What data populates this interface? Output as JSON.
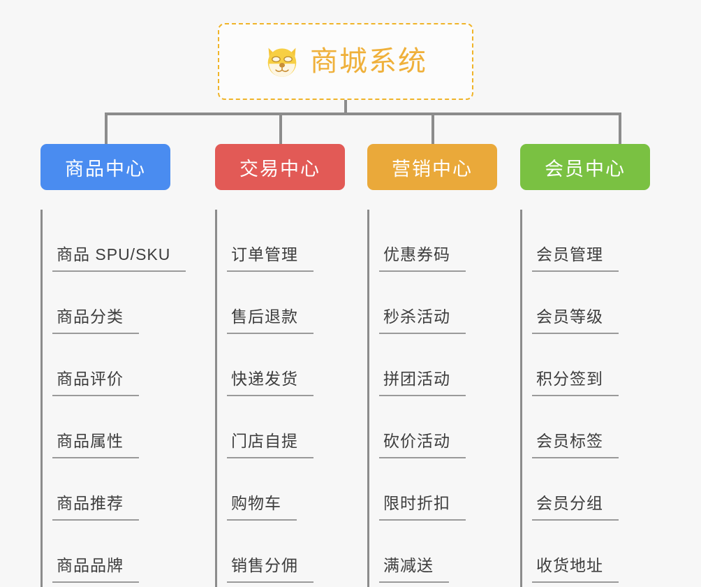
{
  "background_color": "#f7f7f7",
  "root": {
    "title": "商城系统",
    "icon": "dog-face-icon",
    "border_color": "#f0b429",
    "text_color": "#efb03a",
    "fill_color": "#fcfcfc"
  },
  "connector_color": "#8c8c8c",
  "categories": [
    {
      "label": "商品中心",
      "color": "#4a8cf0",
      "items": [
        "商品 SPU/SKU",
        "商品分类",
        "商品评价",
        "商品属性",
        "商品推荐",
        "商品品牌"
      ]
    },
    {
      "label": "交易中心",
      "color": "#e25a56",
      "items": [
        "订单管理",
        "售后退款",
        "快递发货",
        "门店自提",
        "购物车",
        "销售分佣"
      ]
    },
    {
      "label": "营销中心",
      "color": "#eaa93a",
      "items": [
        "优惠券码",
        "秒杀活动",
        "拼团活动",
        "砍价活动",
        "限时折扣",
        "满减送"
      ]
    },
    {
      "label": "会员中心",
      "color": "#7ac142",
      "items": [
        "会员管理",
        "会员等级",
        "积分签到",
        "会员标签",
        "会员分组",
        "收货地址"
      ]
    }
  ],
  "chart_data": {
    "type": "table",
    "title": "商城系统",
    "columns": [
      "商品中心",
      "交易中心",
      "营销中心",
      "会员中心"
    ],
    "rows": [
      [
        "商品 SPU/SKU",
        "订单管理",
        "优惠券码",
        "会员管理"
      ],
      [
        "商品分类",
        "售后退款",
        "秒杀活动",
        "会员等级"
      ],
      [
        "商品评价",
        "快递发货",
        "拼团活动",
        "积分签到"
      ],
      [
        "商品属性",
        "门店自提",
        "砍价活动",
        "会员标签"
      ],
      [
        "商品推荐",
        "购物车",
        "限时折扣",
        "会员分组"
      ],
      [
        "商品品牌",
        "销售分佣",
        "满减送",
        "收货地址"
      ]
    ]
  }
}
